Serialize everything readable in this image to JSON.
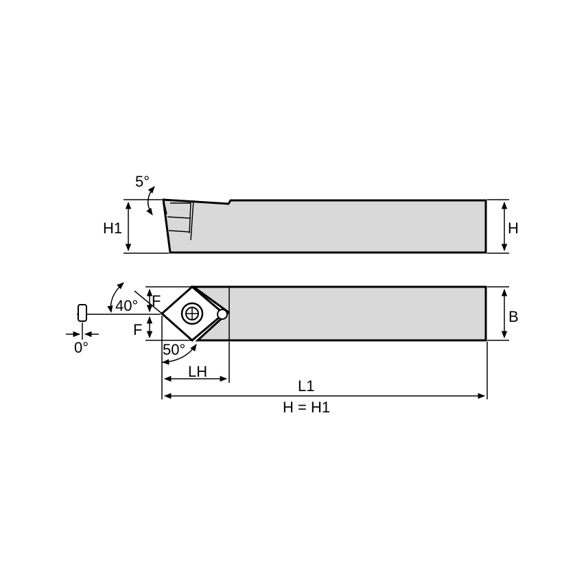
{
  "labels": {
    "angle_top": "5°",
    "h1_side": "H1",
    "h_side": "H",
    "angle_40": "40°",
    "f_top": "F",
    "f_bottom": "F",
    "angle_0": "0°",
    "angle_50": "50°",
    "b_side": "B",
    "lh": "LH",
    "l1": "L1",
    "h_eq": "H = H1"
  },
  "colors": {
    "body": "#d9d9d9",
    "line": "#000000"
  }
}
